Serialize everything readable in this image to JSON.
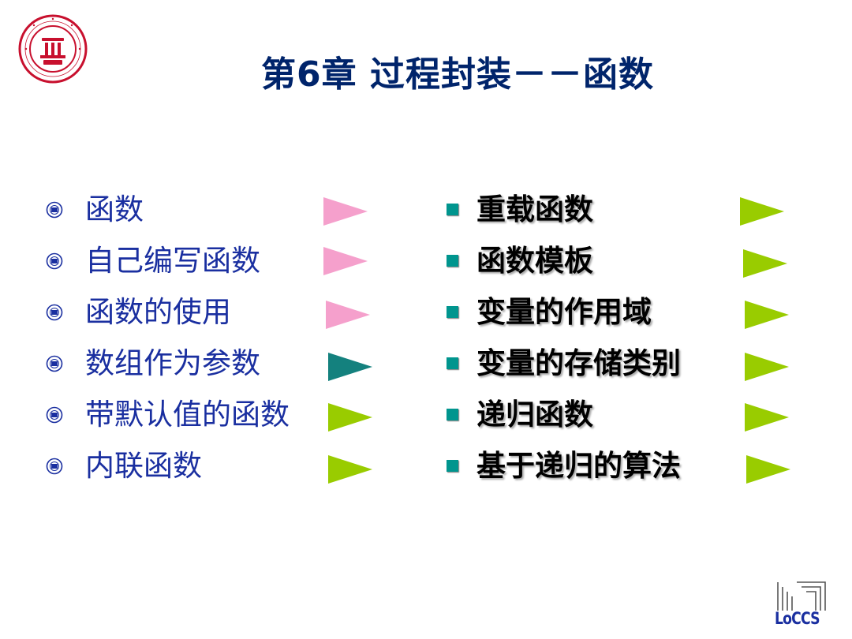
{
  "slide": {
    "title": "第6章  过程封装－－函数",
    "left_items": [
      {
        "label": "函数",
        "arrow_color": "#f5a0cc"
      },
      {
        "label": "自己编写函数",
        "arrow_color": "#f5a0cc"
      },
      {
        "label": "函数的使用",
        "arrow_color": "#f5a0cc"
      },
      {
        "label": "数组作为参数",
        "arrow_color": "#14817e"
      },
      {
        "label": "带默认值的函数",
        "arrow_color": "#99cc00"
      },
      {
        "label": "内联函数",
        "arrow_color": "#99cc00"
      }
    ],
    "right_items": [
      {
        "label": "重载函数",
        "arrow_color": "#99cc00"
      },
      {
        "label": "函数模板",
        "arrow_color": "#99cc00"
      },
      {
        "label": "变量的作用域",
        "arrow_color": "#99cc00"
      },
      {
        "label": "变量的存储类别",
        "arrow_color": "#99cc00"
      },
      {
        "label": "递归函数",
        "arrow_color": "#99cc00"
      },
      {
        "label": "基于递归的算法",
        "arrow_color": "#99cc00"
      }
    ],
    "footer_logo_text": "LoCCS",
    "colors": {
      "title": "#00246b",
      "left_text": "#1a2fa0",
      "square_bullet": "#00958e",
      "university_red": "#c8102e"
    }
  }
}
